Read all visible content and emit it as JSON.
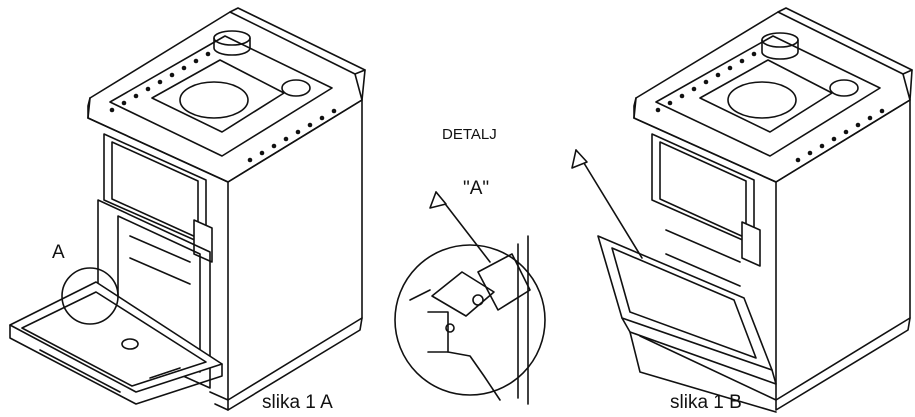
{
  "labels": {
    "callout_a": "A",
    "detail_title": "DETALJ",
    "detail_ref": "\"A\""
  },
  "captions": {
    "fig_1a": "slika 1 A",
    "fig_1b": "slika 1 B"
  },
  "colors": {
    "line": "#111111",
    "background": "#ffffff"
  }
}
